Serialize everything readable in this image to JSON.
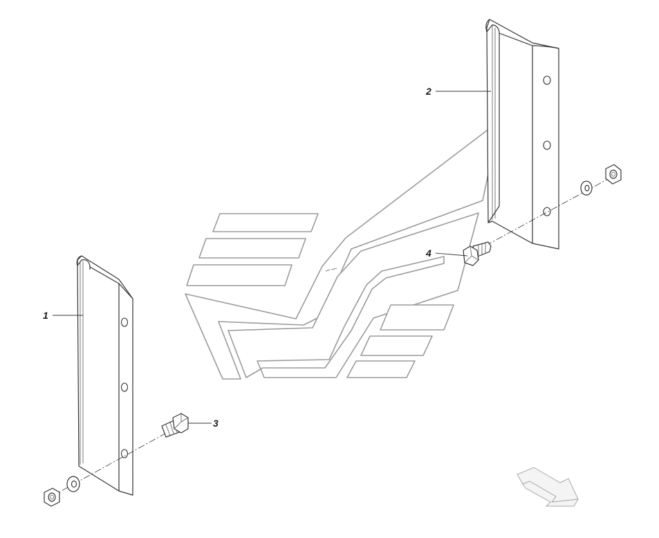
{
  "diagram": {
    "callouts": [
      {
        "id": "1",
        "label": "1",
        "part": "left-bracket"
      },
      {
        "id": "2",
        "label": "2",
        "part": "right-bracket"
      },
      {
        "id": "3",
        "label": "3",
        "part": "bolt"
      },
      {
        "id": "4",
        "label": "4",
        "part": "bolt"
      }
    ]
  }
}
